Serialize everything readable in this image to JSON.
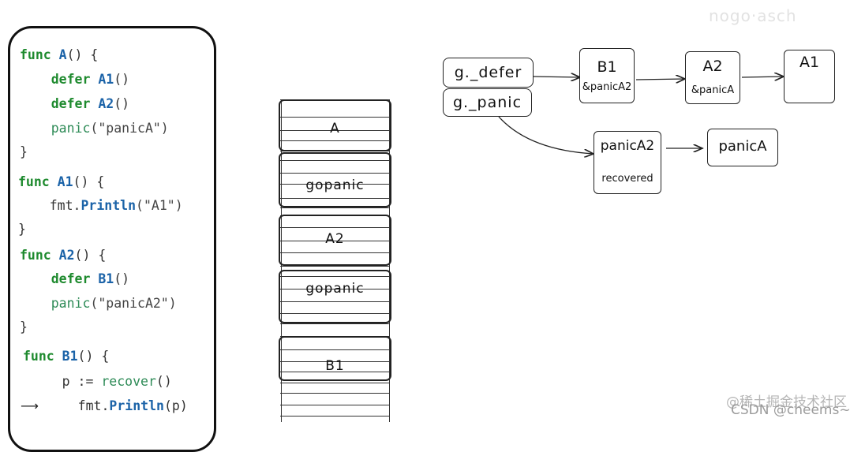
{
  "code": {
    "lines": [
      [
        {
          "t": "func ",
          "c": "kw"
        },
        {
          "t": "A",
          "c": "fn"
        },
        {
          "t": "() {",
          "c": "pl"
        }
      ],
      [
        {
          "t": "    defer ",
          "c": "kw"
        },
        {
          "t": "A1",
          "c": "fn"
        },
        {
          "t": "()",
          "c": "pl"
        }
      ],
      [
        {
          "t": "    defer ",
          "c": "kw"
        },
        {
          "t": "A2",
          "c": "fn"
        },
        {
          "t": "()",
          "c": "pl"
        }
      ],
      [
        {
          "t": "    panic",
          "c": "gn"
        },
        {
          "t": "(\"panicA\")",
          "c": "str"
        }
      ],
      [
        {
          "t": "}",
          "c": "pl"
        }
      ],
      [
        {
          "t": "func ",
          "c": "kw"
        },
        {
          "t": "A1",
          "c": "fn"
        },
        {
          "t": "() {",
          "c": "pl"
        }
      ],
      [
        {
          "t": "    fmt.",
          "c": "pl"
        },
        {
          "t": "Println",
          "c": "fn"
        },
        {
          "t": "(\"A1\")",
          "c": "str"
        }
      ],
      [
        {
          "t": "}",
          "c": "pl"
        }
      ],
      [
        {
          "t": "func ",
          "c": "kw"
        },
        {
          "t": "A2",
          "c": "fn"
        },
        {
          "t": "() {",
          "c": "pl"
        }
      ],
      [
        {
          "t": "    defer ",
          "c": "kw"
        },
        {
          "t": "B1",
          "c": "fn"
        },
        {
          "t": "()",
          "c": "pl"
        }
      ],
      [
        {
          "t": "    panic",
          "c": "gn"
        },
        {
          "t": "(\"panicA2\")",
          "c": "str"
        }
      ],
      [
        {
          "t": "}",
          "c": "pl"
        }
      ],
      [
        {
          "t": "func ",
          "c": "kw"
        },
        {
          "t": "B1",
          "c": "fn"
        },
        {
          "t": "() {",
          "c": "pl"
        }
      ],
      [
        {
          "t": "     p := ",
          "c": "pl"
        },
        {
          "t": "recover",
          "c": "gn"
        },
        {
          "t": "()",
          "c": "pl"
        }
      ],
      [
        {
          "t": "     fmt.",
          "c": "pl"
        },
        {
          "t": "Println",
          "c": "fn"
        },
        {
          "t": "(p)",
          "c": "pl"
        }
      ]
    ],
    "arrow": "⟶"
  },
  "stack": {
    "frames": [
      "A",
      "gopanic",
      "A2",
      "gopanic",
      "B1"
    ]
  },
  "boxes": {
    "g_defer": "g._defer",
    "g_panic": "g._panic",
    "b1": "B1",
    "b1_sub": "&panicA2",
    "a2": "A2",
    "a2_sub": "&panicA",
    "a1": "A1",
    "panic_a2": "panicA2",
    "panic_a2_sub": "recovered",
    "panic_a": "panicA"
  },
  "watermarks": {
    "top": "nogo·asch",
    "line1": "@稀土掘金技术社区",
    "line2": "CSDN @cheems~"
  },
  "colors": {
    "keyword": "#1e8a2e",
    "function": "#1b63a8",
    "builtin": "#2e8b57"
  }
}
